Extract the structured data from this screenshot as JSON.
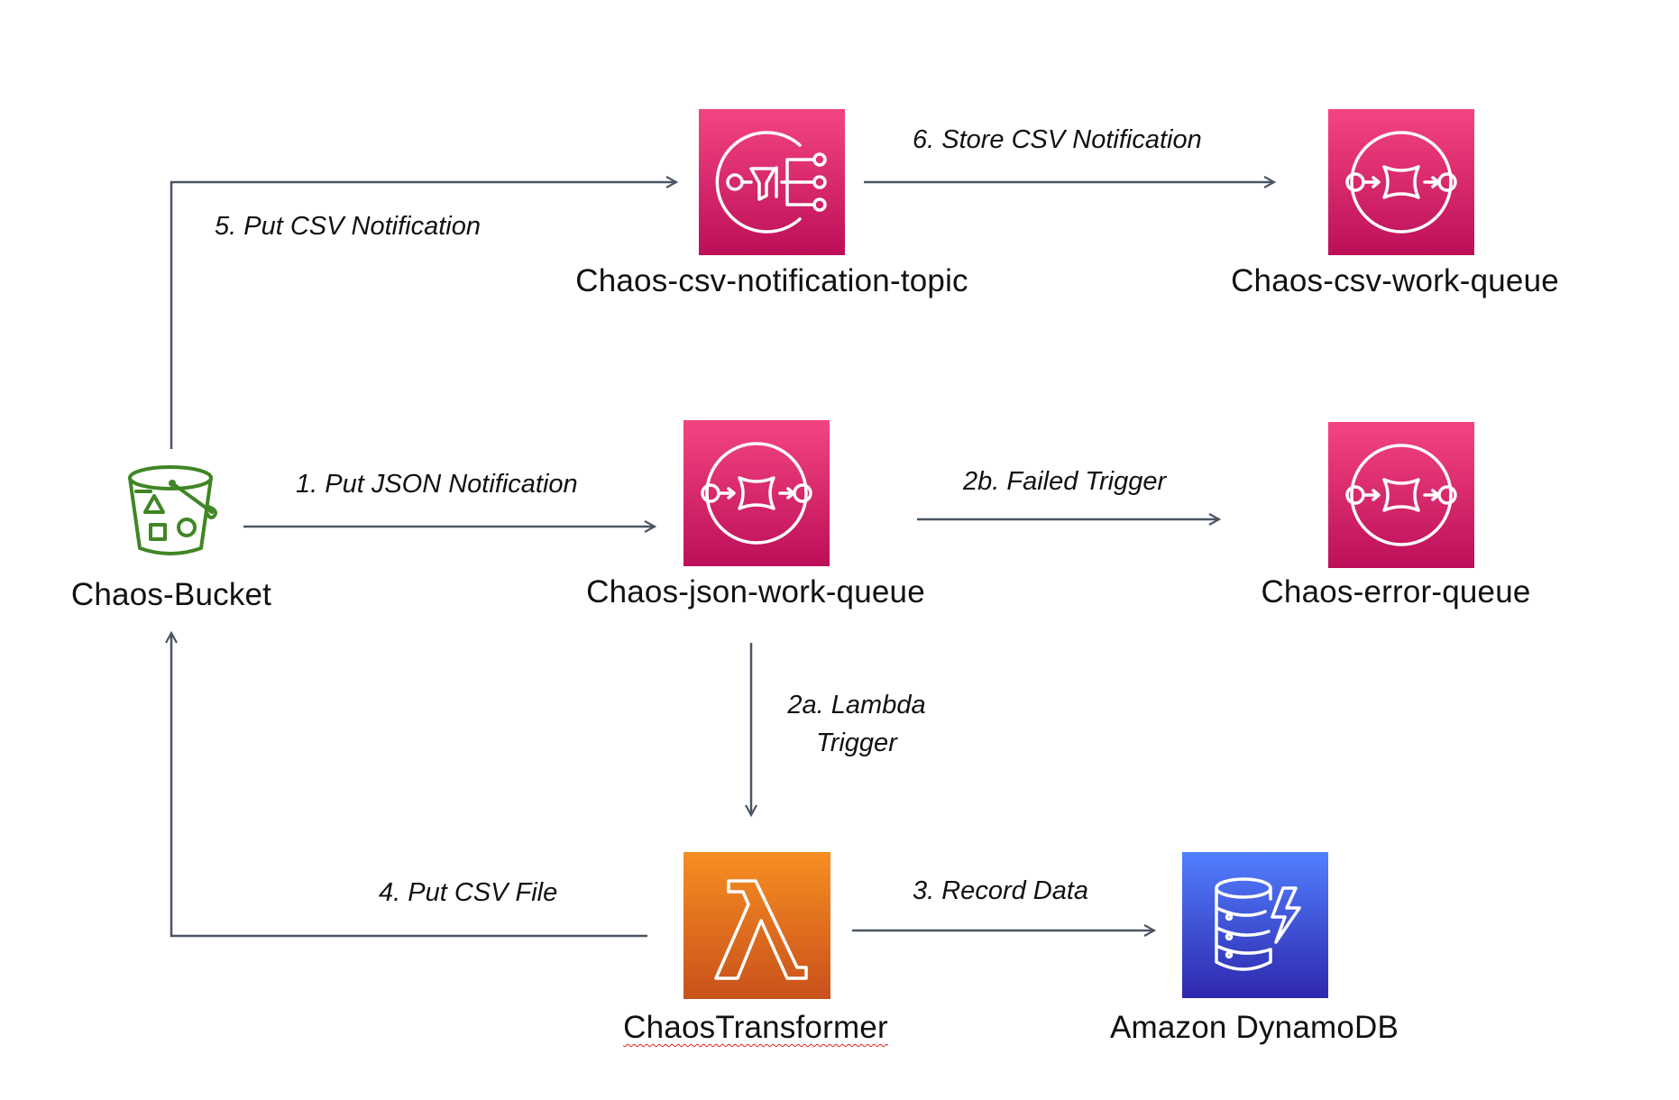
{
  "nodes": {
    "bucket": {
      "label": "Chaos-Bucket",
      "icon": "s3-bucket-icon"
    },
    "csv_topic": {
      "label": "Chaos-csv-notification-topic",
      "icon": "sns-topic-icon"
    },
    "csv_work_queue": {
      "label": "Chaos-csv-work-queue",
      "icon": "sqs-queue-icon"
    },
    "json_work_queue": {
      "label": "Chaos-json-work-queue",
      "icon": "sqs-queue-icon"
    },
    "error_queue": {
      "label": "Chaos-error-queue",
      "icon": "sqs-queue-icon"
    },
    "transformer": {
      "label": "ChaosTransformer",
      "icon": "lambda-icon"
    },
    "dynamodb": {
      "label": "Amazon DynamoDB",
      "icon": "dynamodb-icon"
    }
  },
  "edges": {
    "put_json": {
      "label": "1. Put JSON Notification"
    },
    "lambda_trigger": {
      "line1": "2a. Lambda",
      "line2": "Trigger"
    },
    "failed_trigger": {
      "label": "2b. Failed Trigger"
    },
    "record_data": {
      "label": "3. Record Data"
    },
    "put_csv_file": {
      "label": "4. Put CSV File"
    },
    "put_csv_notification": {
      "label": "5. Put CSV Notification"
    },
    "store_csv_notification": {
      "label": "6. Store CSV Notification"
    }
  },
  "colors": {
    "sqs_sns_gradient": [
      "#bd0f59",
      "#f34482"
    ],
    "lambda_gradient": [
      "#c8511b",
      "#f78e22"
    ],
    "dynamodb_gradient": [
      "#2e27ad",
      "#527fff"
    ],
    "s3_green": "#3f8624",
    "arrow": "#4a5564"
  }
}
